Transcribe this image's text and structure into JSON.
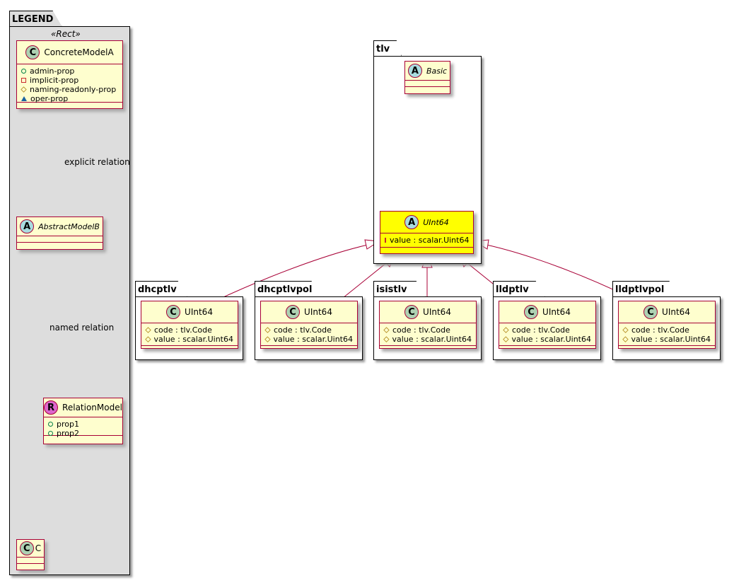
{
  "legend": {
    "package": "LEGEND",
    "stereotype": "«Rect»",
    "concrete": {
      "name": "ConcreteModelA",
      "icon": "C",
      "attrs": [
        {
          "vis": "pub",
          "text": "admin-prop"
        },
        {
          "vis": "priv",
          "text": "implicit-prop"
        },
        {
          "vis": "prot",
          "text": "naming-readonly-prop"
        },
        {
          "vis": "pkg",
          "text": "oper-prop"
        }
      ]
    },
    "abstract": {
      "name": "AbstractModelB",
      "icon": "A"
    },
    "relation": {
      "name": "RelationModel",
      "icon": "R",
      "attrs": [
        "prop1",
        "prop2"
      ]
    },
    "c": {
      "name": "C",
      "icon": "C"
    },
    "explicit_label": "explicit relation",
    "named_label": "named relation"
  },
  "tlv": {
    "package": "tlv",
    "basic": {
      "name": "Basic",
      "icon": "A"
    },
    "uint64": {
      "name": "UInt64",
      "icon": "A",
      "attr": "value : scalar.Uint64",
      "highlight": "#ffff00"
    }
  },
  "subpackages": [
    {
      "package": "dhcptlv",
      "class": "UInt64",
      "icon": "C",
      "attrs": [
        "code : tlv.Code",
        "value : scalar.Uint64"
      ]
    },
    {
      "package": "dhcptlvpol",
      "class": "UInt64",
      "icon": "C",
      "attrs": [
        "code : tlv.Code",
        "value : scalar.Uint64"
      ]
    },
    {
      "package": "isistlv",
      "class": "UInt64",
      "icon": "C",
      "attrs": [
        "code : tlv.Code",
        "value : scalar.Uint64"
      ]
    },
    {
      "package": "lldptlv",
      "class": "UInt64",
      "icon": "C",
      "attrs": [
        "code : tlv.Code",
        "value : scalar.Uint64"
      ]
    },
    {
      "package": "lldptlvpol",
      "class": "UInt64",
      "icon": "C",
      "attrs": [
        "code : tlv.Code",
        "value : scalar.Uint64"
      ]
    }
  ]
}
